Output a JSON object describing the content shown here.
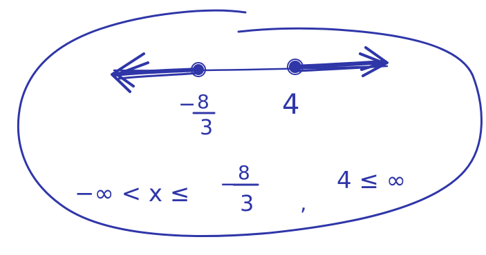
{
  "colors": {
    "ink": "#2f36a8",
    "paper": "#ffffff"
  },
  "number_line": {
    "left_point_label": {
      "sign": "−",
      "numerator": "8",
      "denominator": "3"
    },
    "right_point_label": "4"
  },
  "inequality": {
    "left_part": "−∞ < x ≤",
    "fraction_sign": "−",
    "fraction_numerator": "8",
    "fraction_denominator": "3",
    "separator": ",",
    "right_part": "4 ≤ ∞"
  }
}
